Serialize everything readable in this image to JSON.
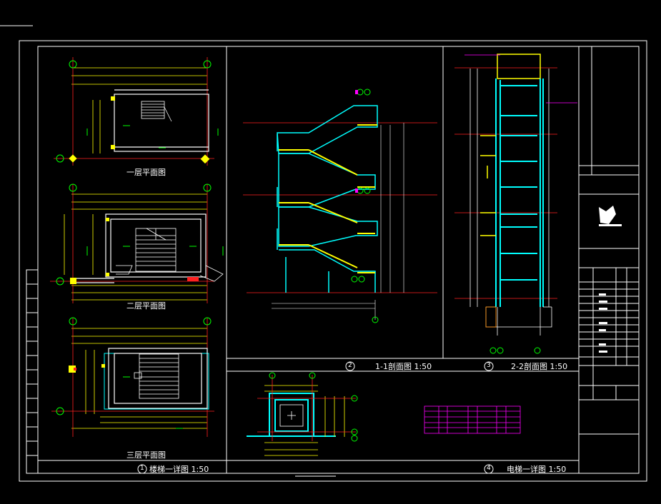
{
  "drawing": {
    "plans": {
      "floor1_title": "一层平面图",
      "floor2_title": "二层平面图",
      "floor3_title": "三层平面图"
    },
    "titles": {
      "stair_detail_no": "1",
      "stair_detail": "楼梯一详图 1:50",
      "section11_no": "2",
      "section11": "1-1剖面图 1:50",
      "section22_no": "3",
      "section22": "2-2剖面图 1:50",
      "elevator_no": "4",
      "elevator_detail": "电梯一详图 1:50"
    }
  },
  "colors": {
    "frame": "#ffffff",
    "stair": "#00ffff",
    "level": "#ff2020",
    "dimension": "#ffff00",
    "text": "#ffffff",
    "grid": "#00ff00",
    "table": "#ff00ff",
    "axis_bubble": "#00ff00"
  }
}
